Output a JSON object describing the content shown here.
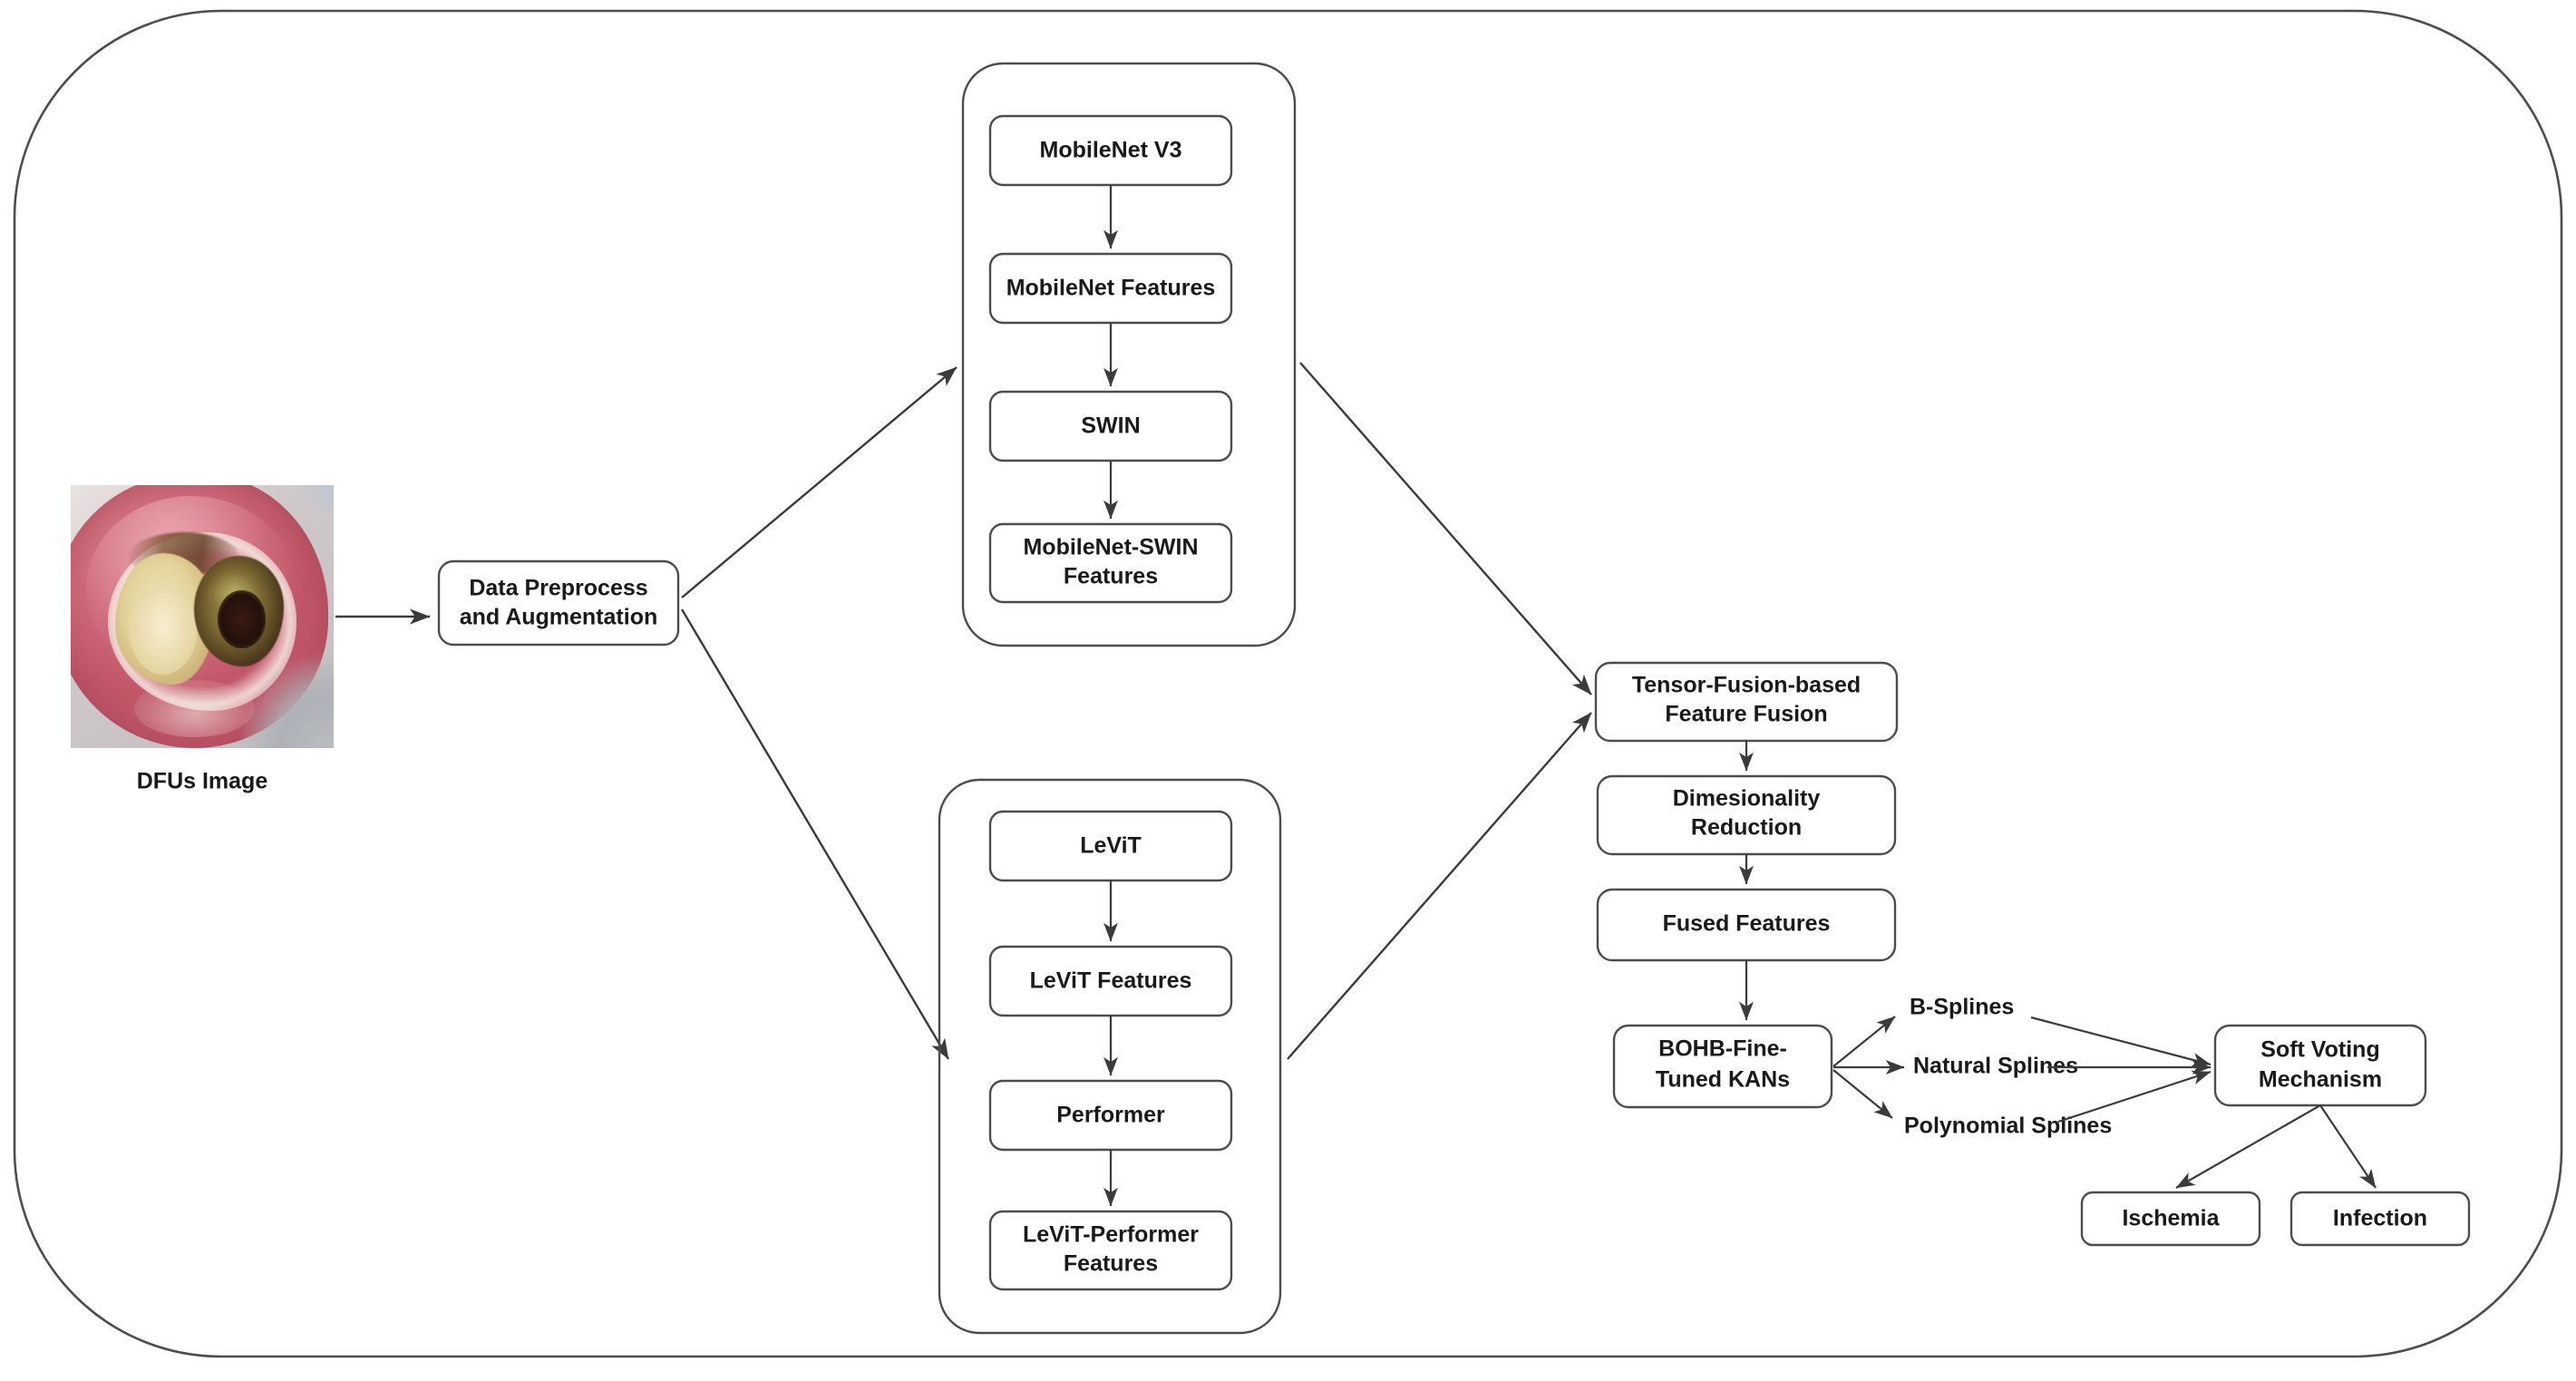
{
  "diagram": {
    "title": "DFU classification pipeline",
    "input": {
      "image_alt": "diabetic-foot-ulcer-photo",
      "caption": "DFUs Image"
    },
    "preprocess": {
      "label_line1": "Data Preprocess",
      "label_line2": "and Augmentation"
    },
    "branch_top": {
      "name": "mobilenet-swin-branch",
      "nodes": [
        {
          "id": "mobilenet-v3",
          "label": "MobileNet V3"
        },
        {
          "id": "mobilenet-features",
          "label": "MobileNet Features"
        },
        {
          "id": "swin",
          "label": "SWIN"
        },
        {
          "id": "mobilenet-swin-features",
          "label_line1": "MobileNet-SWIN",
          "label_line2": "Features"
        }
      ]
    },
    "branch_bottom": {
      "name": "levit-performer-branch",
      "nodes": [
        {
          "id": "levit",
          "label": "LeViT"
        },
        {
          "id": "levit-features",
          "label": "LeViT Features"
        },
        {
          "id": "performer",
          "label": "Performer"
        },
        {
          "id": "levit-performer-features",
          "label_line1": "LeViT-Performer",
          "label_line2": "Features"
        }
      ]
    },
    "fusion": {
      "tensor_fusion": {
        "label_line1": "Tensor-Fusion-based",
        "label_line2": "Feature Fusion"
      },
      "dim_reduction": {
        "label_line1": "Dimesionality",
        "label_line2": "Reduction"
      },
      "fused_features": {
        "label": "Fused Features"
      },
      "bohb_kans": {
        "label_line1": "BOHB-Fine-",
        "label_line2": "Tuned KANs"
      }
    },
    "splines": [
      {
        "id": "b-splines",
        "label": "B-Splines"
      },
      {
        "id": "natural-splines",
        "label": "Natural Splines"
      },
      {
        "id": "polynomial-splines",
        "label": "Polynomial Splines"
      }
    ],
    "voting": {
      "label_line1": "Soft Voting",
      "label_line2": "Mechanism"
    },
    "outputs": [
      {
        "id": "ischemia",
        "label": "Ischemia"
      },
      {
        "id": "infection",
        "label": "Infection"
      }
    ],
    "colors": {
      "stroke": "#4d4d4d",
      "edge": "#3b3b3b",
      "text": "#1a1a1a",
      "background": "#ffffff"
    }
  }
}
